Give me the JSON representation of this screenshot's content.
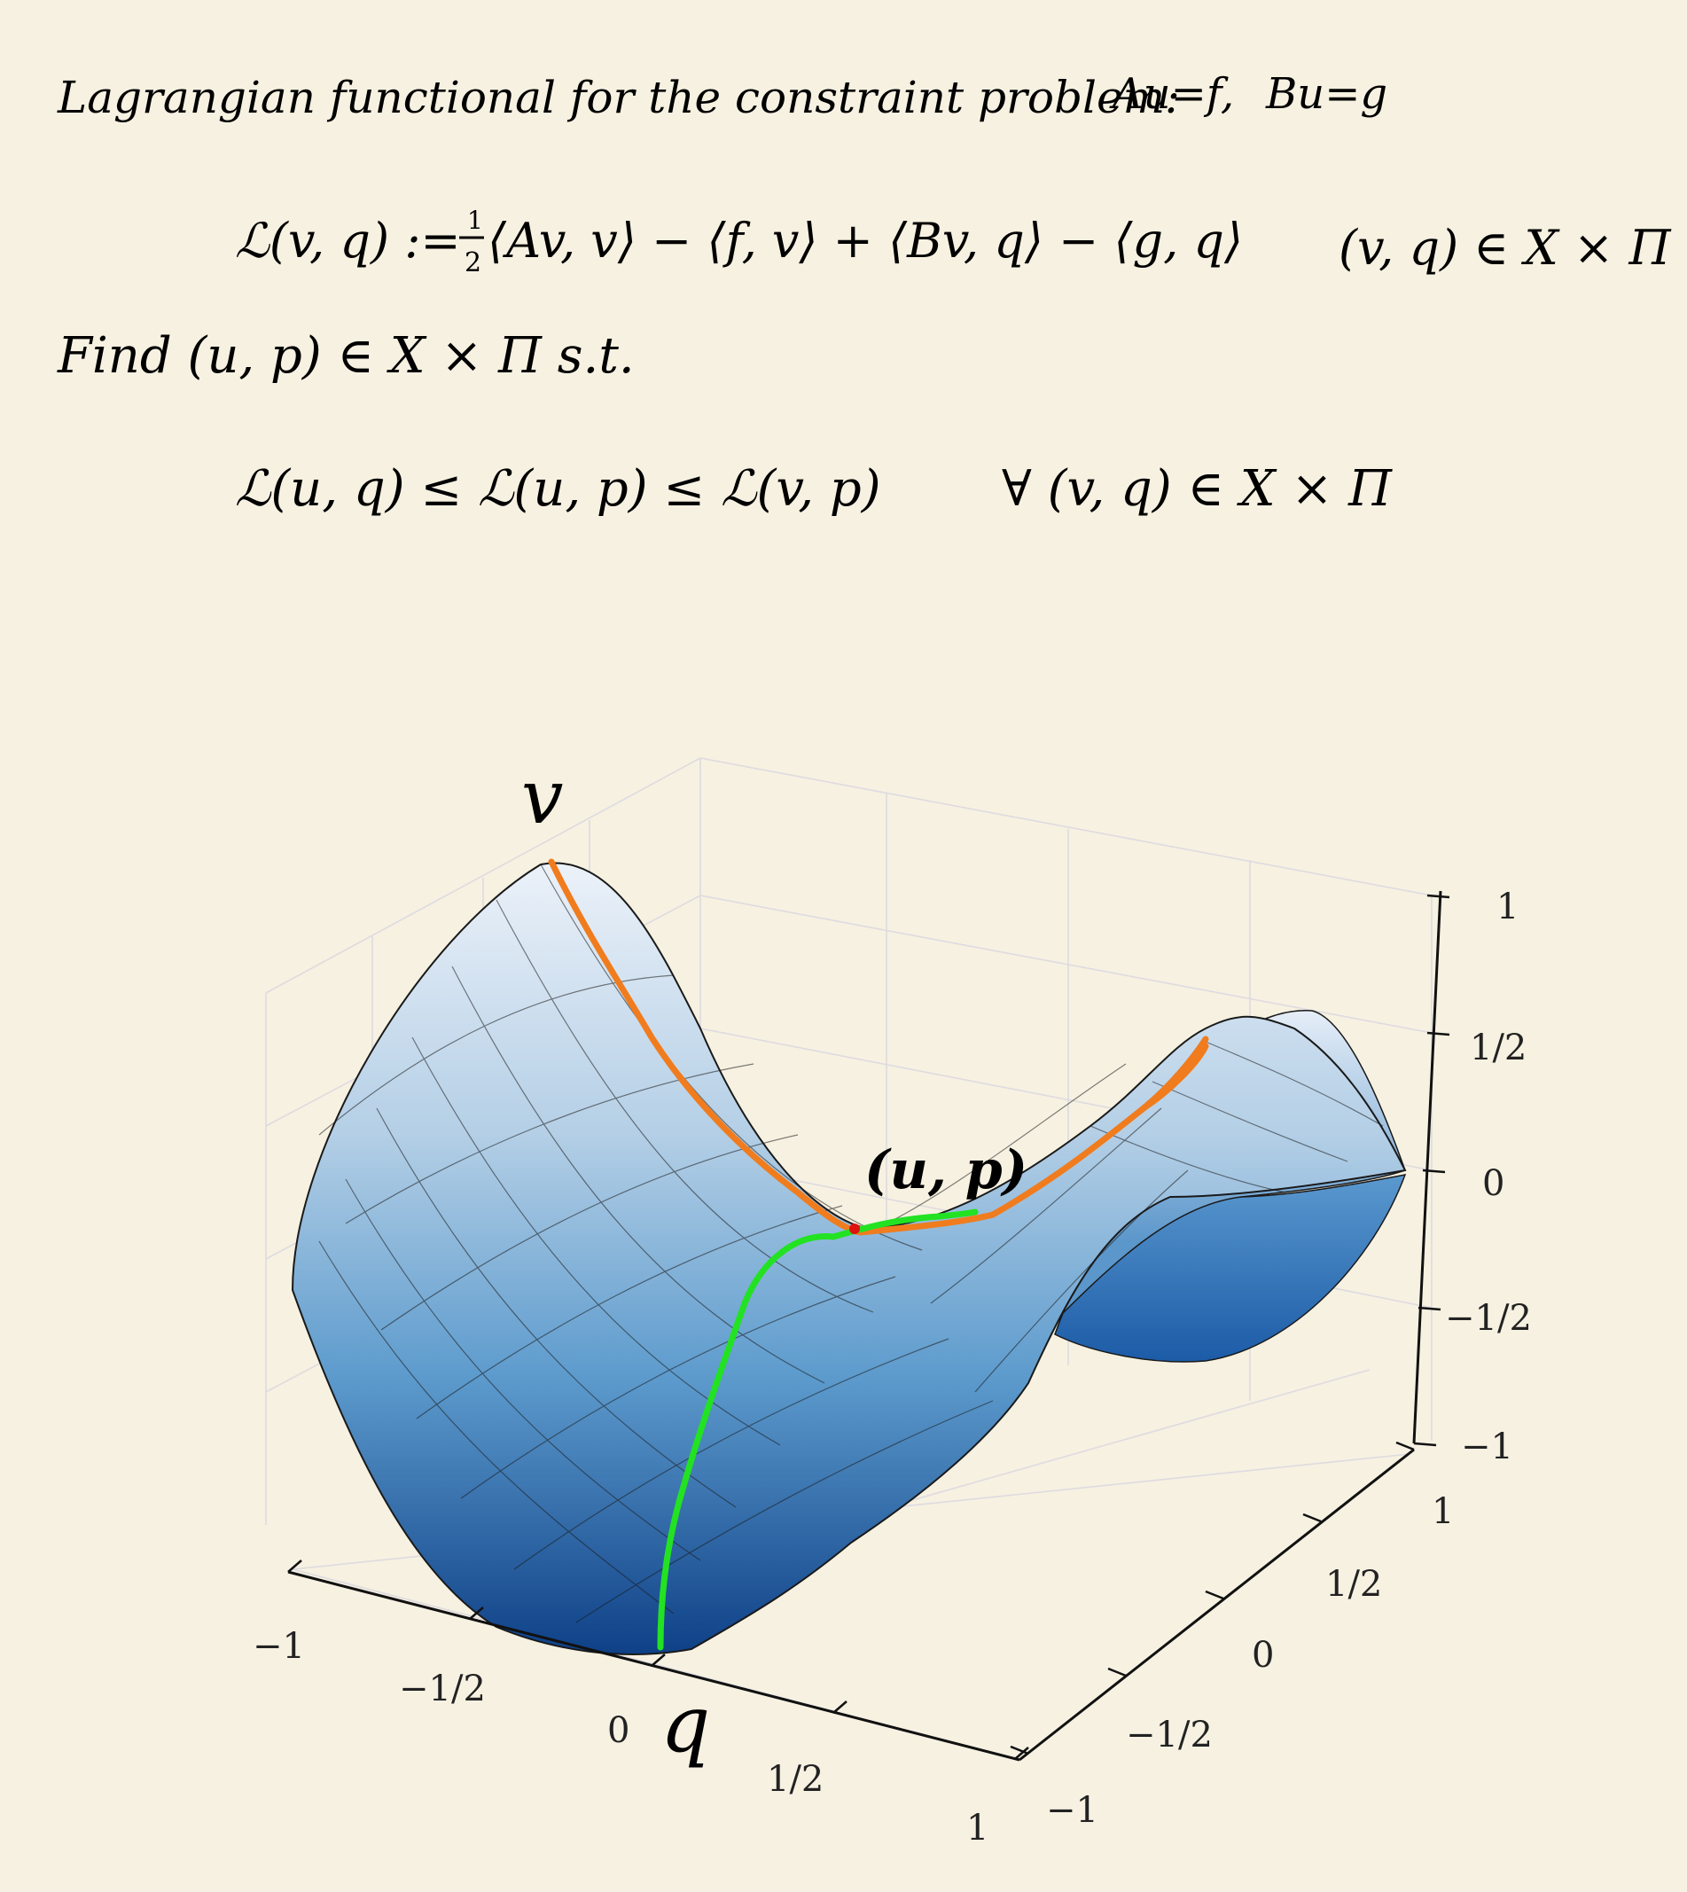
{
  "notes": {
    "title_line": "Lagrangian functional for the constraint problem:",
    "constraint_1": "Au=f,",
    "constraint_2": "Bu=g",
    "lagrangian_lhs": "ℒ(v, q) :=",
    "half_num": "1",
    "half_den": "2",
    "lagrangian_rhs": "⟨Av, v⟩ − ⟨f, v⟩ + ⟨Bv, q⟩ − ⟨g, q⟩",
    "domain": "(v, q) ∈ X × Π",
    "find_line": "Find (u, p) ∈ X × Π   s.t.",
    "saddle_inequality": "ℒ(u, q) ≤ ℒ(u, p) ≤ ℒ(v, p)",
    "saddle_quantifier": "∀ (v, q) ∈ X × Π"
  },
  "plot": {
    "label_v": "v",
    "label_q": "q",
    "label_saddle": "(u, p)",
    "x_ticks": [
      "−1",
      "−1/2",
      "0",
      "1/2",
      "1"
    ],
    "y_ticks": [
      "−1",
      "−1/2",
      "0",
      "1/2",
      "1"
    ],
    "z_ticks": [
      "1",
      "1/2",
      "0",
      "−1/2",
      "−1"
    ],
    "colors": {
      "surface_top": "#e9f0f8",
      "surface_bottom": "#0d3f86",
      "mesh": "#1a1a1a",
      "v_curve": "#f07c1e",
      "q_curve": "#22e222",
      "saddle_point": "#e01010",
      "background": "#f6f1e1"
    }
  },
  "chart_data": {
    "type": "surface",
    "function": "z = x^2 - y^2",
    "xlim": [
      -1,
      1
    ],
    "ylim": [
      -1,
      1
    ],
    "zlim": [
      -1,
      1
    ],
    "x_ticks": [
      -1,
      -0.5,
      0,
      0.5,
      1
    ],
    "y_ticks": [
      -1,
      -0.5,
      0,
      0.5,
      1
    ],
    "z_ticks": [
      -1,
      -0.5,
      0,
      0.5,
      1
    ],
    "saddle_point": {
      "x": 0,
      "y": 0,
      "z": 0
    },
    "grid": true
  }
}
